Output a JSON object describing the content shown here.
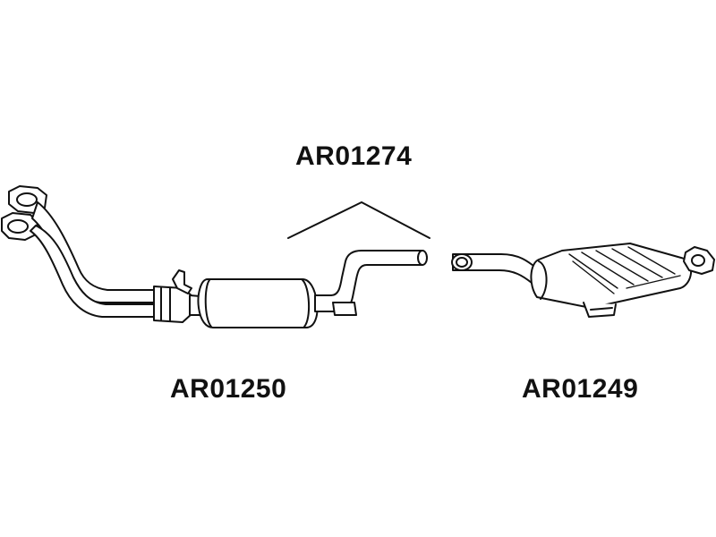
{
  "parts": {
    "middle": {
      "code": "AR01274"
    },
    "front": {
      "code": "AR01250"
    },
    "rear": {
      "code": "AR01249"
    }
  },
  "colors": {
    "line": "#111111",
    "background": "#ffffff"
  }
}
